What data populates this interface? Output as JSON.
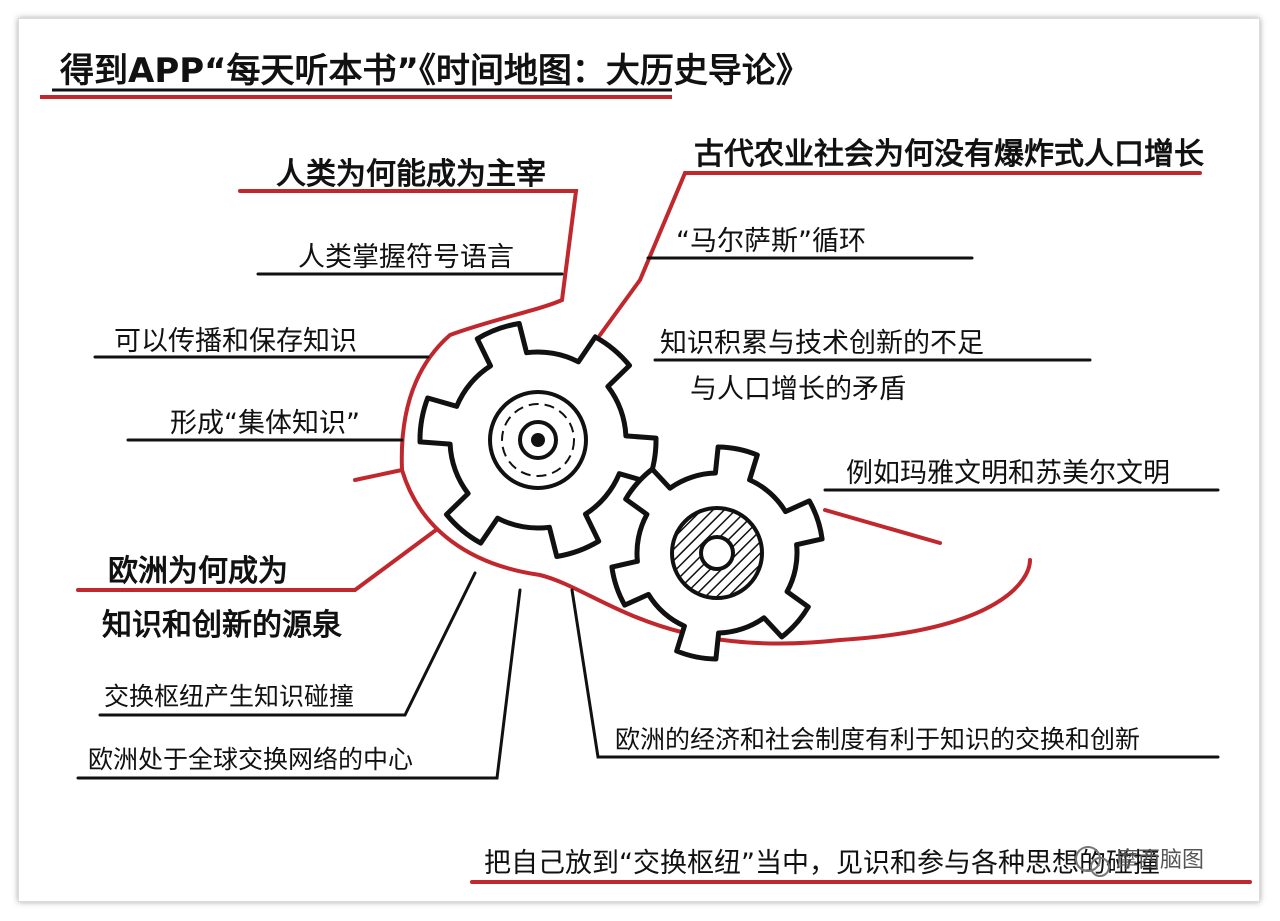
{
  "title": "得到APP“每天听本书”《时间地图：大历史导论》",
  "left_branch_1": {
    "heading": "人类为何能成为主宰",
    "items": [
      "人类掌握符号语言",
      "可以传播和保存知识",
      "形成“集体知识”"
    ]
  },
  "left_branch_2": {
    "heading_line1": "欧洲为何成为",
    "heading_line2": "知识和创新的源泉",
    "items": [
      "交换枢纽产生知识碰撞",
      "欧洲处于全球交换网络的中心"
    ]
  },
  "right_branch": {
    "heading": "古代农业社会为何没有爆炸式人口增长",
    "items": [
      "“马尔萨斯”循环",
      "知识积累与技术创新的不足",
      "与人口增长的矛盾",
      "例如玛雅文明和苏美尔文明"
    ]
  },
  "bottom_item": "欧洲的经济和社会制度有利于知识的交换和创新",
  "conclusion": "把自己放到“交换枢纽”当中，见识和参与各种思想的碰撞",
  "watermark": "摩西脑图",
  "colors": {
    "accent_red": "#c0282e",
    "ink": "#111111",
    "paper": "#ffffff",
    "gear_fill": "#ffffff"
  }
}
